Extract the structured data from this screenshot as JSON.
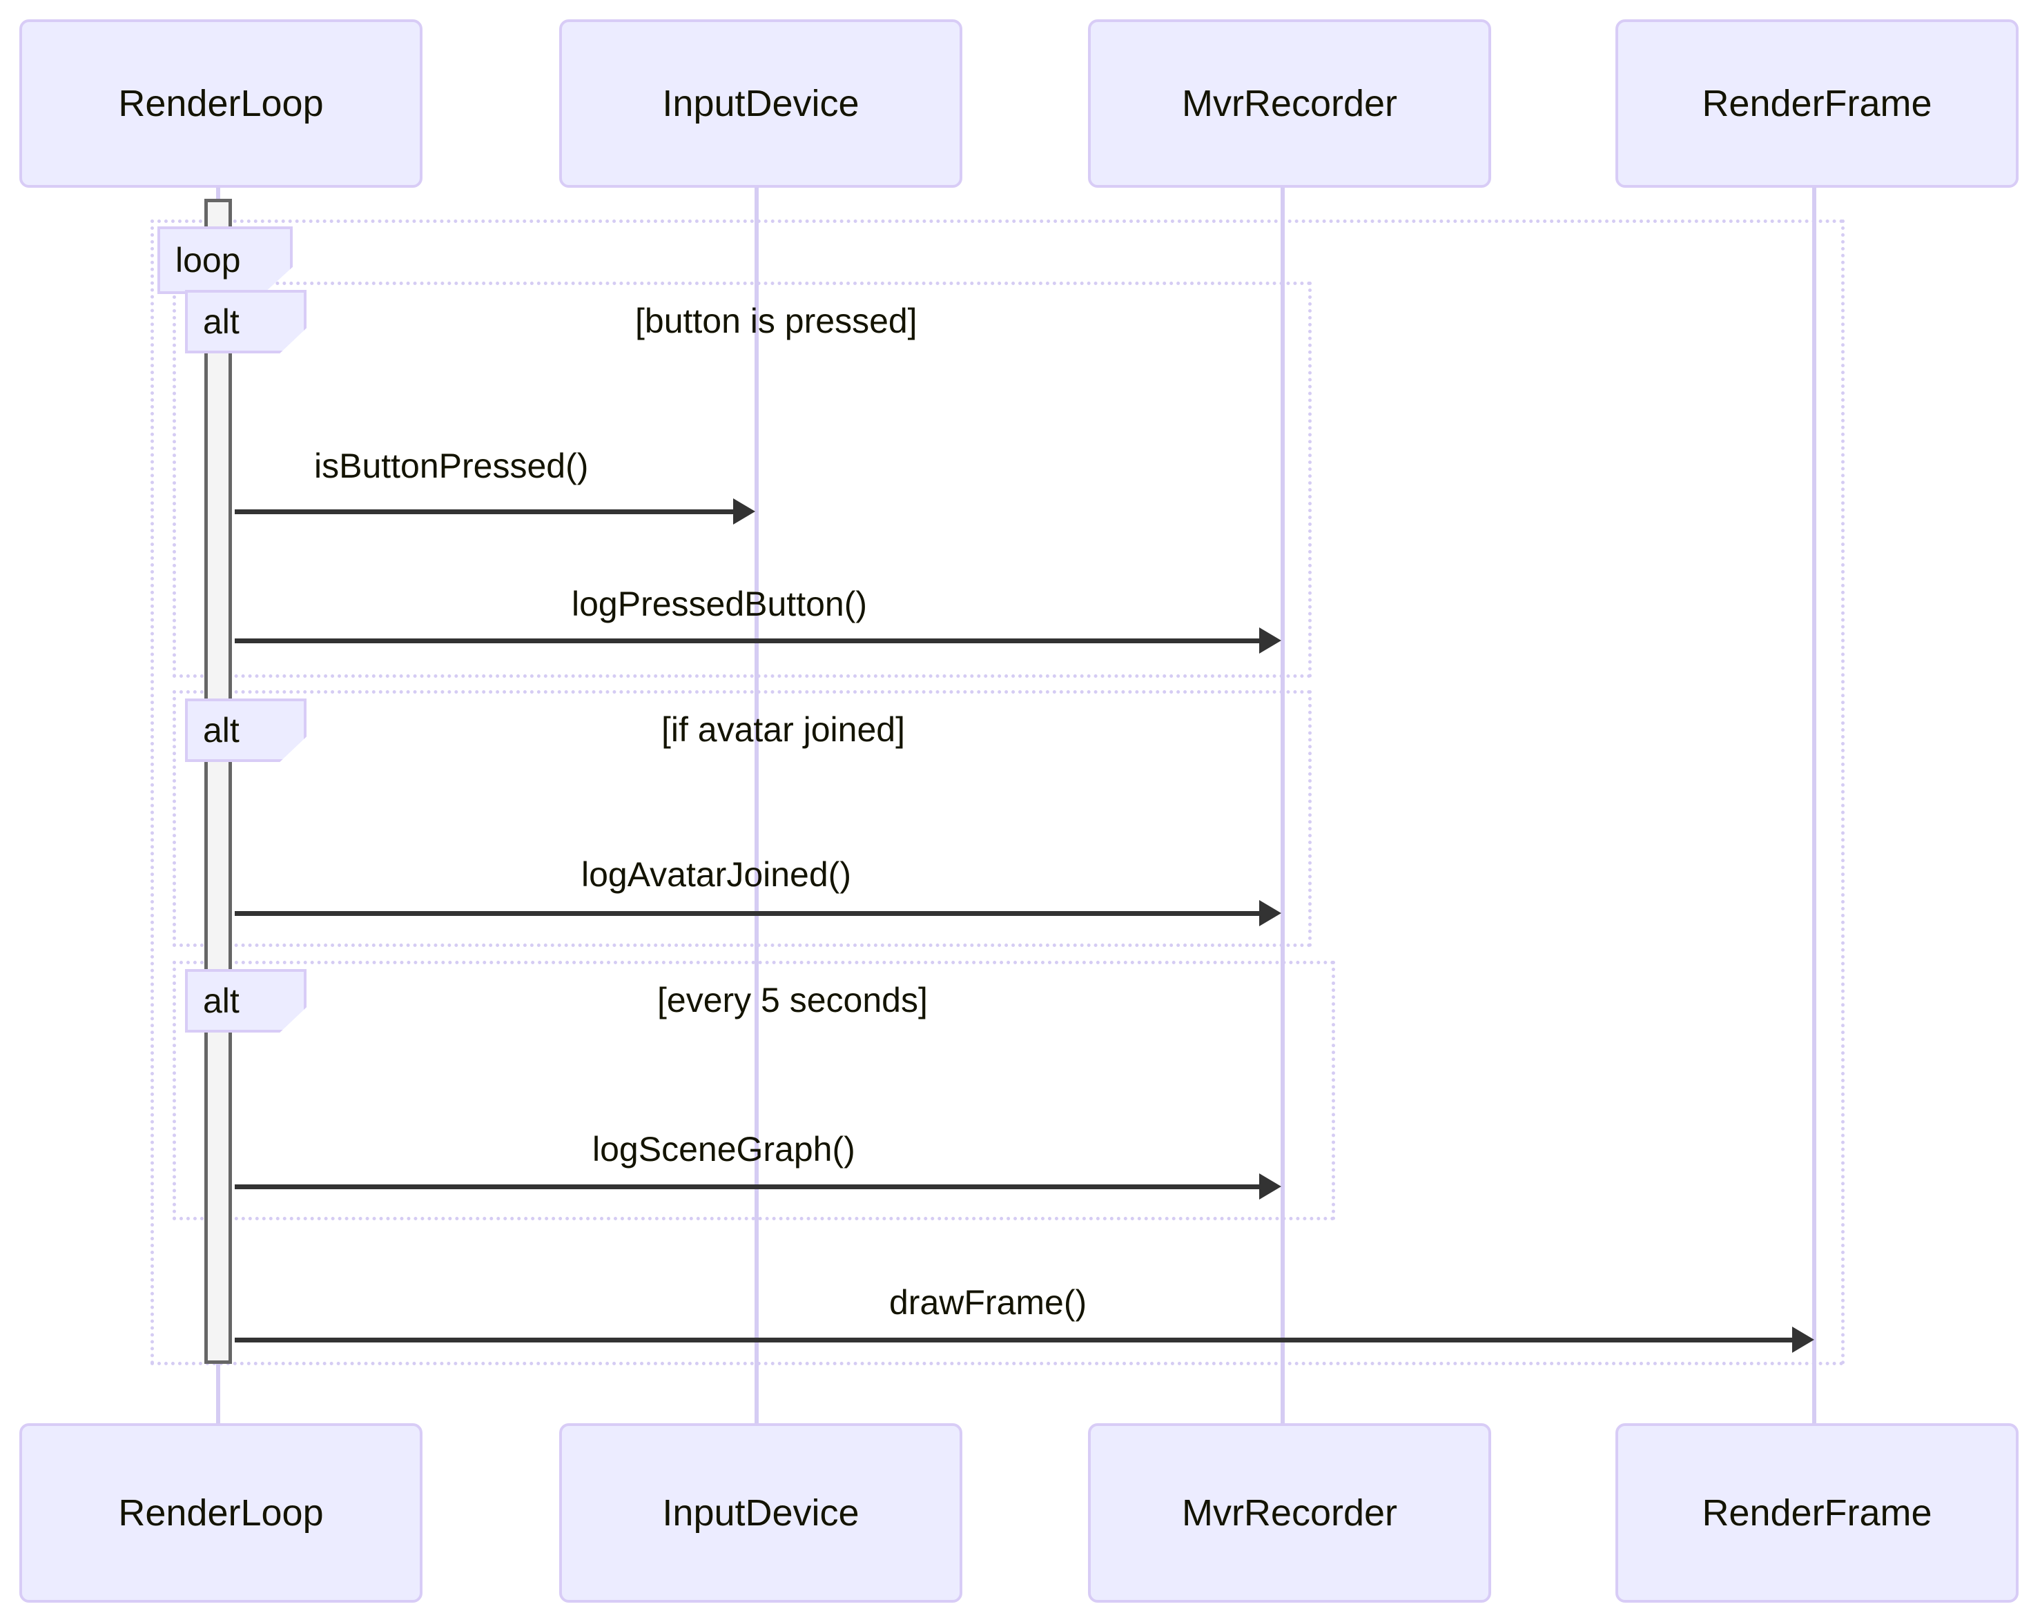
{
  "diagram": {
    "type": "uml-sequence-diagram",
    "colors": {
      "participant_fill": "#ECECFF",
      "participant_border": "#D8CCF6",
      "lifeline": "#D5CCF3",
      "fragment_border": "#D5CCF3",
      "activation_fill": "#F4F4F4",
      "activation_border": "#666666",
      "message_line": "#333333",
      "text": "#131300",
      "background": "#FFFFFF"
    },
    "participants": [
      {
        "id": "renderloop",
        "label": "RenderLoop"
      },
      {
        "id": "inputdevice",
        "label": "InputDevice"
      },
      {
        "id": "mvrrecorder",
        "label": "MvrRecorder"
      },
      {
        "id": "renderframe",
        "label": "RenderFrame"
      }
    ],
    "participants_bottom": [
      {
        "id": "renderloop",
        "label": "RenderLoop"
      },
      {
        "id": "inputdevice",
        "label": "InputDevice"
      },
      {
        "id": "mvrrecorder",
        "label": "MvrRecorder"
      },
      {
        "id": "renderframe",
        "label": "RenderFrame"
      }
    ],
    "fragments": [
      {
        "id": "loop-main",
        "kind": "loop",
        "label": "loop",
        "condition": ""
      },
      {
        "id": "alt-button",
        "kind": "alt",
        "label": "alt",
        "condition": "[button is pressed]"
      },
      {
        "id": "alt-avatar",
        "kind": "alt",
        "label": "alt",
        "condition": "[if avatar joined]"
      },
      {
        "id": "alt-timer",
        "kind": "alt",
        "label": "alt",
        "condition": "[every 5 seconds]"
      }
    ],
    "messages": [
      {
        "id": "m1",
        "label": "isButtonPressed()",
        "from": "RenderLoop",
        "to": "InputDevice"
      },
      {
        "id": "m2",
        "label": "logPressedButton()",
        "from": "RenderLoop",
        "to": "MvrRecorder"
      },
      {
        "id": "m3",
        "label": "logAvatarJoined()",
        "from": "RenderLoop",
        "to": "MvrRecorder"
      },
      {
        "id": "m4",
        "label": "logSceneGraph()",
        "from": "RenderLoop",
        "to": "MvrRecorder"
      },
      {
        "id": "m5",
        "label": "drawFrame()",
        "from": "RenderLoop",
        "to": "RenderFrame"
      }
    ]
  }
}
